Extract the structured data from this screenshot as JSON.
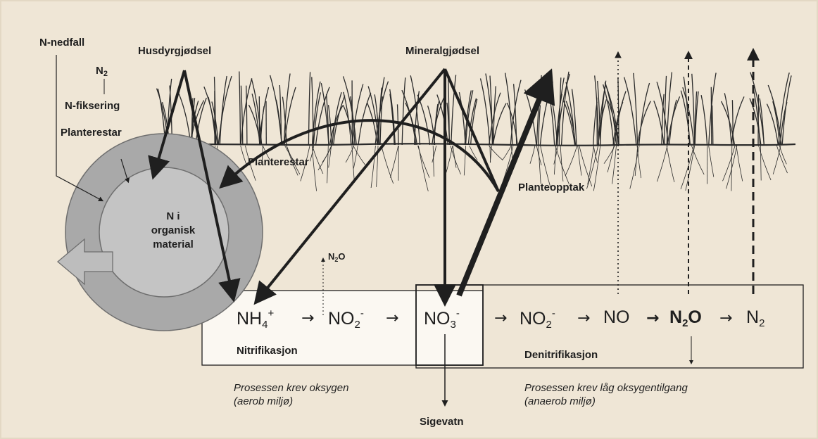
{
  "labels": {
    "n_nedfall": "N-nedfall",
    "husdyrgjodsel": "Husdyrgjødsel",
    "mineralgjodsel": "Mineralgjødsel",
    "n2_top": "N",
    "n2_top_sub": "2",
    "n_fiksering": "N-fiksering",
    "planterestar_left": "Planterestar",
    "planterestar_mid": "Planterestar",
    "planteopptak": "Planteopptak",
    "n_organisk_1": "N i",
    "n_organisk_2": "organisk",
    "n_organisk_3": "material",
    "n2o_small": "N",
    "n2o_small_sub": "2",
    "n2o_small_tail": "O",
    "sigevatn": "Sigevatn",
    "nitrifikasjon": "Nitrifikasjon",
    "denitrifikasjon": "Denitrifikasjon"
  },
  "chain": {
    "nh4": "NH",
    "nh4_sub": "4",
    "nh4_sup": "+",
    "no2a": "NO",
    "no2a_sub": "2",
    "no2a_sup": "-",
    "no3": "NO",
    "no3_sub": "3",
    "no3_sup": "-",
    "no2b": "NO",
    "no2b_sub": "2",
    "no2b_sup": "-",
    "no": "NO",
    "n2o": "N",
    "n2o_sub": "2",
    "n2o_tail": "O",
    "n2": "N",
    "n2_sub": "2",
    "arrow": "→"
  },
  "notes": {
    "aerob_1": "Prosessen krev oksygen",
    "aerob_2": "(aerob miljø)",
    "anaerob_1": "Prosessen krev låg oksygentilgang",
    "anaerob_2": "(anaerob miljø)"
  },
  "colors": {
    "background": "#efe6d6",
    "ink": "#1f1f1f",
    "cycle_fill": "#a9a9a9",
    "cycle_inner": "#c4c4c4",
    "cycle_stroke": "#6e6e6e",
    "box_fill": "#fbf8f2",
    "grass": "#2b2b2b"
  }
}
